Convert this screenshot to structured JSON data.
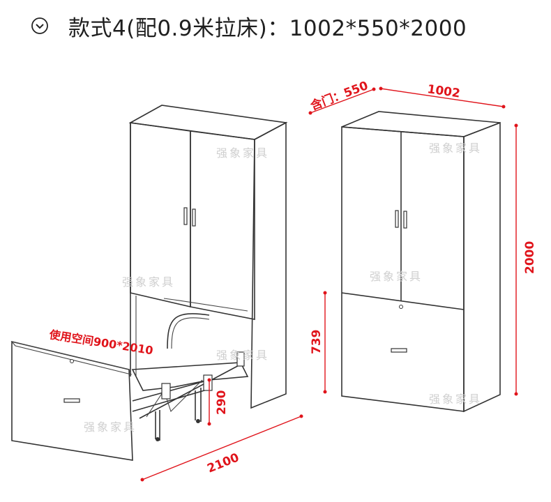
{
  "header": {
    "title": "款式4(配0.9米拉床)：1002*550*2000",
    "icon": "circle-chevron-down-icon"
  },
  "dimensions": {
    "door_depth": "含门：550",
    "width": "1002",
    "height": "2000",
    "lower_height": "739",
    "leg_height": "290",
    "bed_length": "2100",
    "usage_space": "使用空间900*2010"
  },
  "watermark": "强象家具",
  "colors": {
    "dimension_red": "#e0141b",
    "outline": "#333333",
    "watermark": "#cfcfcf"
  }
}
